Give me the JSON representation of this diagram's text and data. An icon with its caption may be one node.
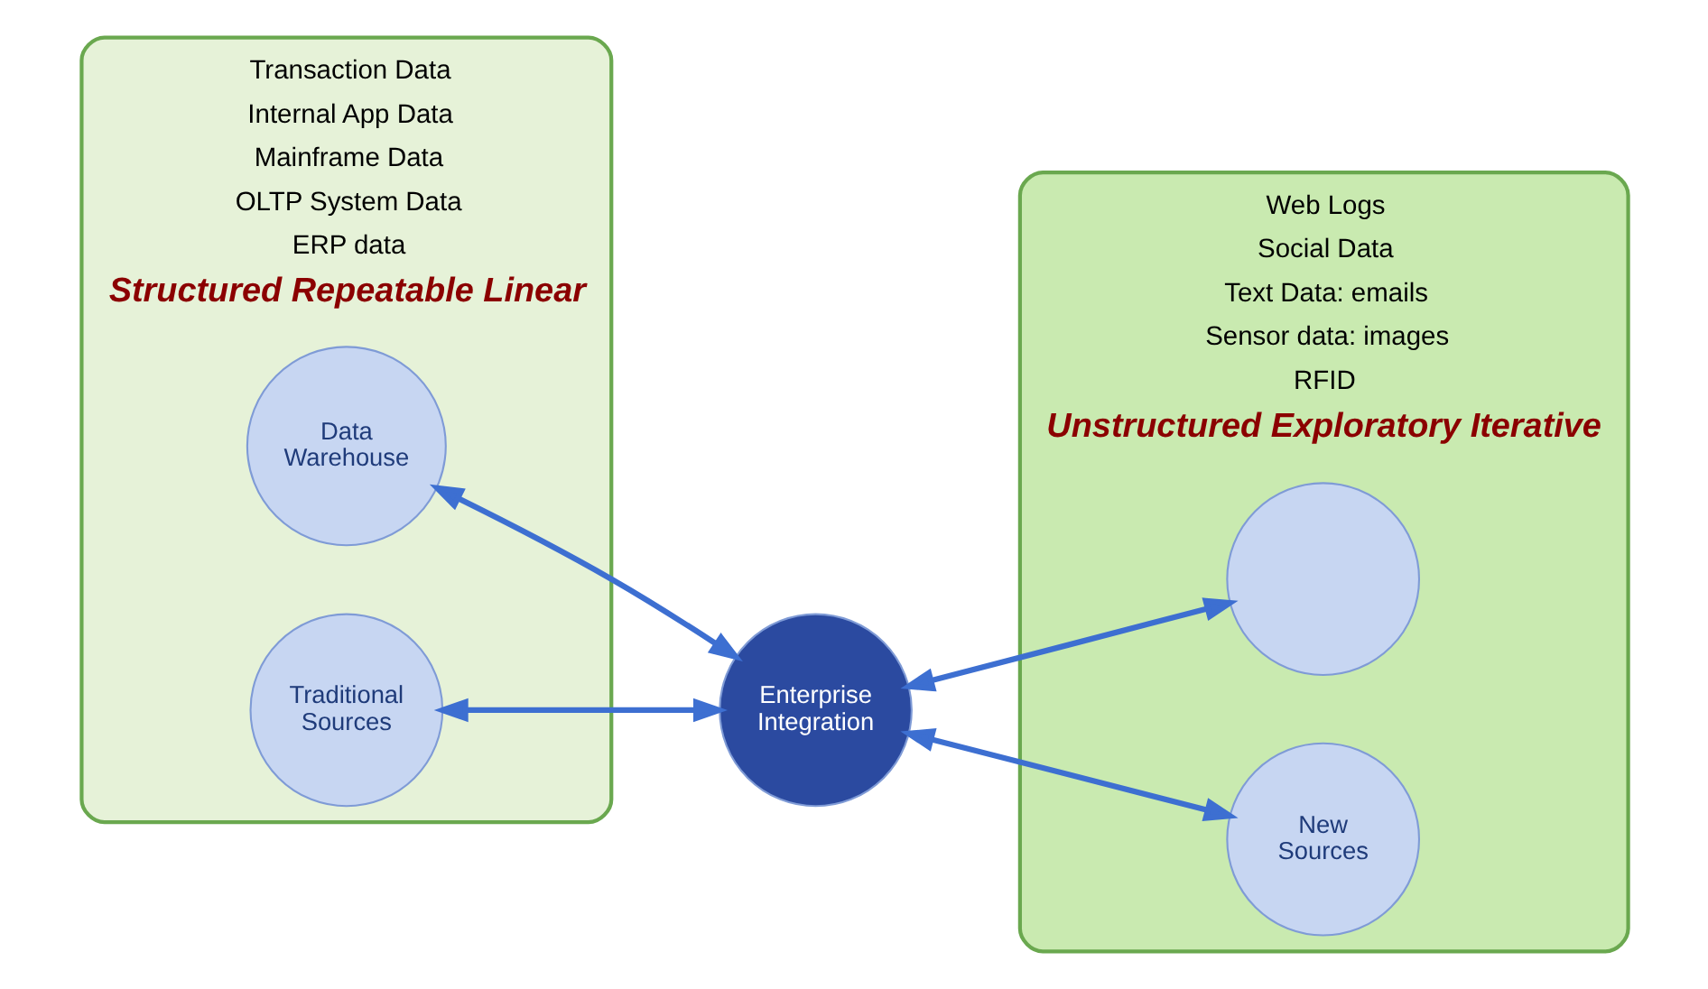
{
  "diagram": {
    "nodes": [
      {
        "text": [
          "Transaction Data",
          "Internal App Data",
          "Mainframe Data",
          "OLTP System Data",
          "ERP data",
          "Structured Repeatable Linear"
        ]
      },
      {
        "text": [
          "Data Warehouse"
        ],
        "in": 0
      },
      {
        "text": [
          "Traditional Sources"
        ],
        "in": 0
      },
      {
        "text": [
          "Enterprise Integration"
        ]
      },
      {
        "text": [
          "Web Logs",
          "Social Data",
          "Text Data: emails",
          "Sensor data: images",
          "RFID",
          "Unstructured Exploratory Iterative"
        ]
      },
      {
        "text": [],
        "shape": "circle",
        "in": 4
      },
      {
        "text": [
          "New Sources"
        ],
        "in": 4
      }
    ],
    "edges": [
      {
        "from": 1,
        "to": 3,
        "arrow": "both"
      },
      {
        "from": 2,
        "to": 3,
        "arrow": "both"
      },
      {
        "from": 3,
        "to": 5,
        "arrow": "both"
      },
      {
        "from": 3,
        "to": 6,
        "arrow": "both"
      }
    ]
  }
}
